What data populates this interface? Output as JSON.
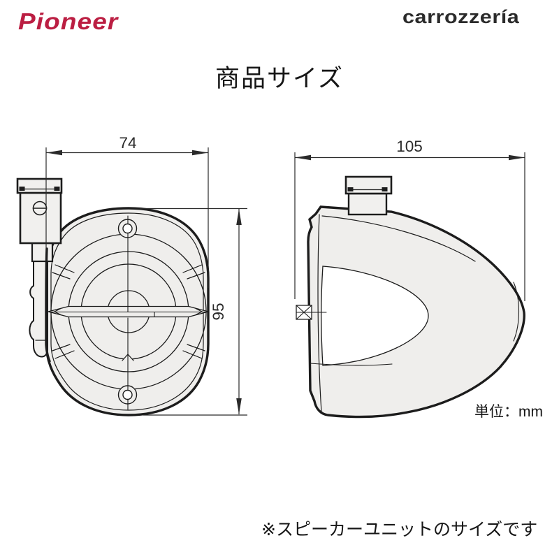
{
  "header": {
    "pioneer_logo": "Pioneer",
    "carrozzeria_logo": "carrozzería"
  },
  "title": "商品サイズ",
  "diagram": {
    "front_view": {
      "width_mm": "74",
      "height_mm": "95"
    },
    "side_view": {
      "depth_mm": "105"
    },
    "unit_label": "単位：mm",
    "note": "※スピーカーユニットのサイズです"
  },
  "colors": {
    "pioneer_red": "#bb1e42",
    "carrozzeria_gray": "#2b2b2b",
    "drawing_line": "#1c1c1c",
    "body_fill": "#efeeec",
    "background": "#ffffff"
  }
}
